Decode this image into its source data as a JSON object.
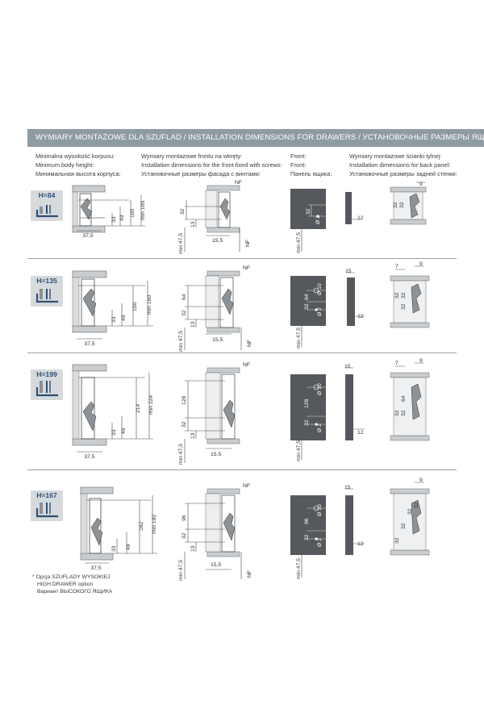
{
  "banner": {
    "title": "WYMIARY MONTAŻOWE DLA SZUFLAD / INSTALLATION DIMENSIONS FOR DRAWERS / УСТАНОВОЧНЫЕ РАЗМЕРЫ ЯЩИКОВ"
  },
  "headers": {
    "col1": [
      "Minimalna wysokość korpusu:",
      "Minimum body height:",
      "Минимальная высота корпуса:"
    ],
    "col2": [
      "Wymiary montażowe frontu na wkręty:",
      "Installation dimensions for the front fixed with screws:",
      "Установочные размеры фасада с винтами:"
    ],
    "col3": [
      "Front:",
      "Front:",
      "Панель ящика:"
    ],
    "col4": [
      "Wymiary montażowe ścianki tylnej:",
      "Installation dimensions for back panel:",
      "Установочные размеры задней стенки:"
    ]
  },
  "rows": [
    {
      "height_label": "H=84",
      "body_dims": [
        "37,5",
        "33",
        "49",
        "100",
        "min 105"
      ],
      "front_dims": [
        "NF",
        "32",
        "13",
        "min 47,5",
        "15,5",
        "NF"
      ],
      "panel_dims": [
        "32",
        "Ø 2",
        "min 47,5"
      ],
      "side_dims": [
        "12"
      ],
      "back_dims": [
        "9",
        "32",
        "32"
      ]
    },
    {
      "height_label": "H=135",
      "body_dims": [
        "37,5",
        "33",
        "49",
        "150",
        "min 160"
      ],
      "front_dims": [
        "NF",
        "64",
        "32",
        "13",
        "min 47,5",
        "15,5",
        "NF"
      ],
      "panel_dims": [
        "64",
        "32",
        "Ø 10",
        "Ø 2",
        "min 47,5"
      ],
      "side_dims": [
        "15",
        "12"
      ],
      "back_dims": [
        "7",
        "9",
        "32",
        "32",
        "32"
      ]
    },
    {
      "height_label": "H=199",
      "body_dims": [
        "37,5",
        "33",
        "49",
        "214",
        "min 224"
      ],
      "front_dims": [
        "NF",
        "128",
        "32",
        "13",
        "min 47,5",
        "15,5"
      ],
      "panel_dims": [
        "128",
        "32",
        "Ø 10",
        "Ø 2",
        "min 47,5"
      ],
      "side_dims": [
        "15",
        "12"
      ],
      "back_dims": [
        "7",
        "9",
        "32",
        "32",
        "64"
      ]
    },
    {
      "height_label": "H=167",
      "body_dims": [
        "37,5",
        "33",
        "49",
        "182",
        "min 192"
      ],
      "front_dims": [
        "NF",
        "96",
        "32",
        "13",
        "min 47,5",
        "15,5",
        "NF"
      ],
      "panel_dims": [
        "96",
        "32",
        "Ø 10",
        "Ø 2",
        "min 47,5"
      ],
      "side_dims": [
        "15",
        "12"
      ],
      "back_dims": [
        "9",
        "32",
        "32",
        "32",
        "32"
      ]
    }
  ],
  "footnote": [
    "* Opcja SZUFLADY WYSOKIEJ",
    "HIGH DRAWER option",
    "Вариант ВЫСОКОГО ЯЩИКА"
  ],
  "colors": {
    "banner": "#8f9ba3",
    "panel_dark": "#55585c",
    "badge_bg": "#d6dadd",
    "badge_text": "#2f4f73"
  }
}
